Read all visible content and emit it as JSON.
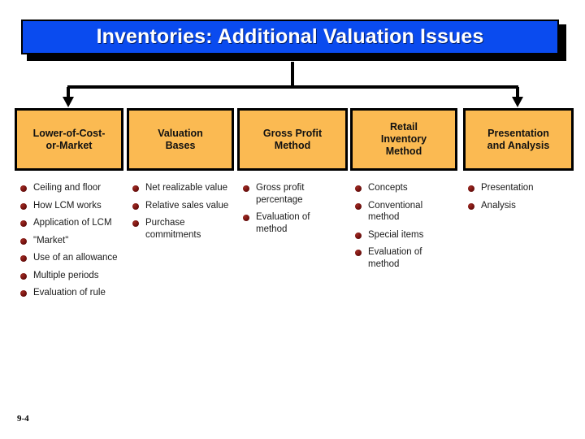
{
  "slide": {
    "title": "Inventories: Additional Valuation Issues",
    "slide_number": "9-4",
    "colors": {
      "title_background": "#0A4BEF",
      "title_text": "#ffffff",
      "header_box_background": "#FBBA52",
      "border": "#000000",
      "bullet_marker": "#7d1512",
      "body_text": "#1a1a1a",
      "page_background": "#ffffff"
    }
  },
  "columns": [
    {
      "header": "Lower-of-Cost-or-Market",
      "header_lines": [
        "Lower-of-Cost-",
        "or-Market"
      ],
      "items": [
        "Ceiling and floor",
        "How LCM works",
        "Application of LCM",
        "\"Market\"",
        "Use of an allowance",
        "Multiple periods",
        "Evaluation of rule"
      ]
    },
    {
      "header": "Valuation Bases",
      "header_lines": [
        "Valuation",
        "Bases"
      ],
      "items": [
        "Net realizable value",
        "Relative sales value",
        "Purchase commitments"
      ]
    },
    {
      "header": "Gross Profit Method",
      "header_lines": [
        "Gross Profit",
        "Method"
      ],
      "items": [
        "Gross profit percentage",
        "Evaluation of method"
      ]
    },
    {
      "header": "Retail Inventory Method",
      "header_lines": [
        "Retail",
        "Inventory",
        "Method"
      ],
      "items": [
        "Concepts",
        "Conventional method",
        "Special items",
        "Evaluation of method"
      ]
    },
    {
      "header": "Presentation and Analysis",
      "header_lines": [
        "Presentation",
        "and Analysis"
      ],
      "items": [
        "Presentation",
        "Analysis"
      ]
    }
  ]
}
